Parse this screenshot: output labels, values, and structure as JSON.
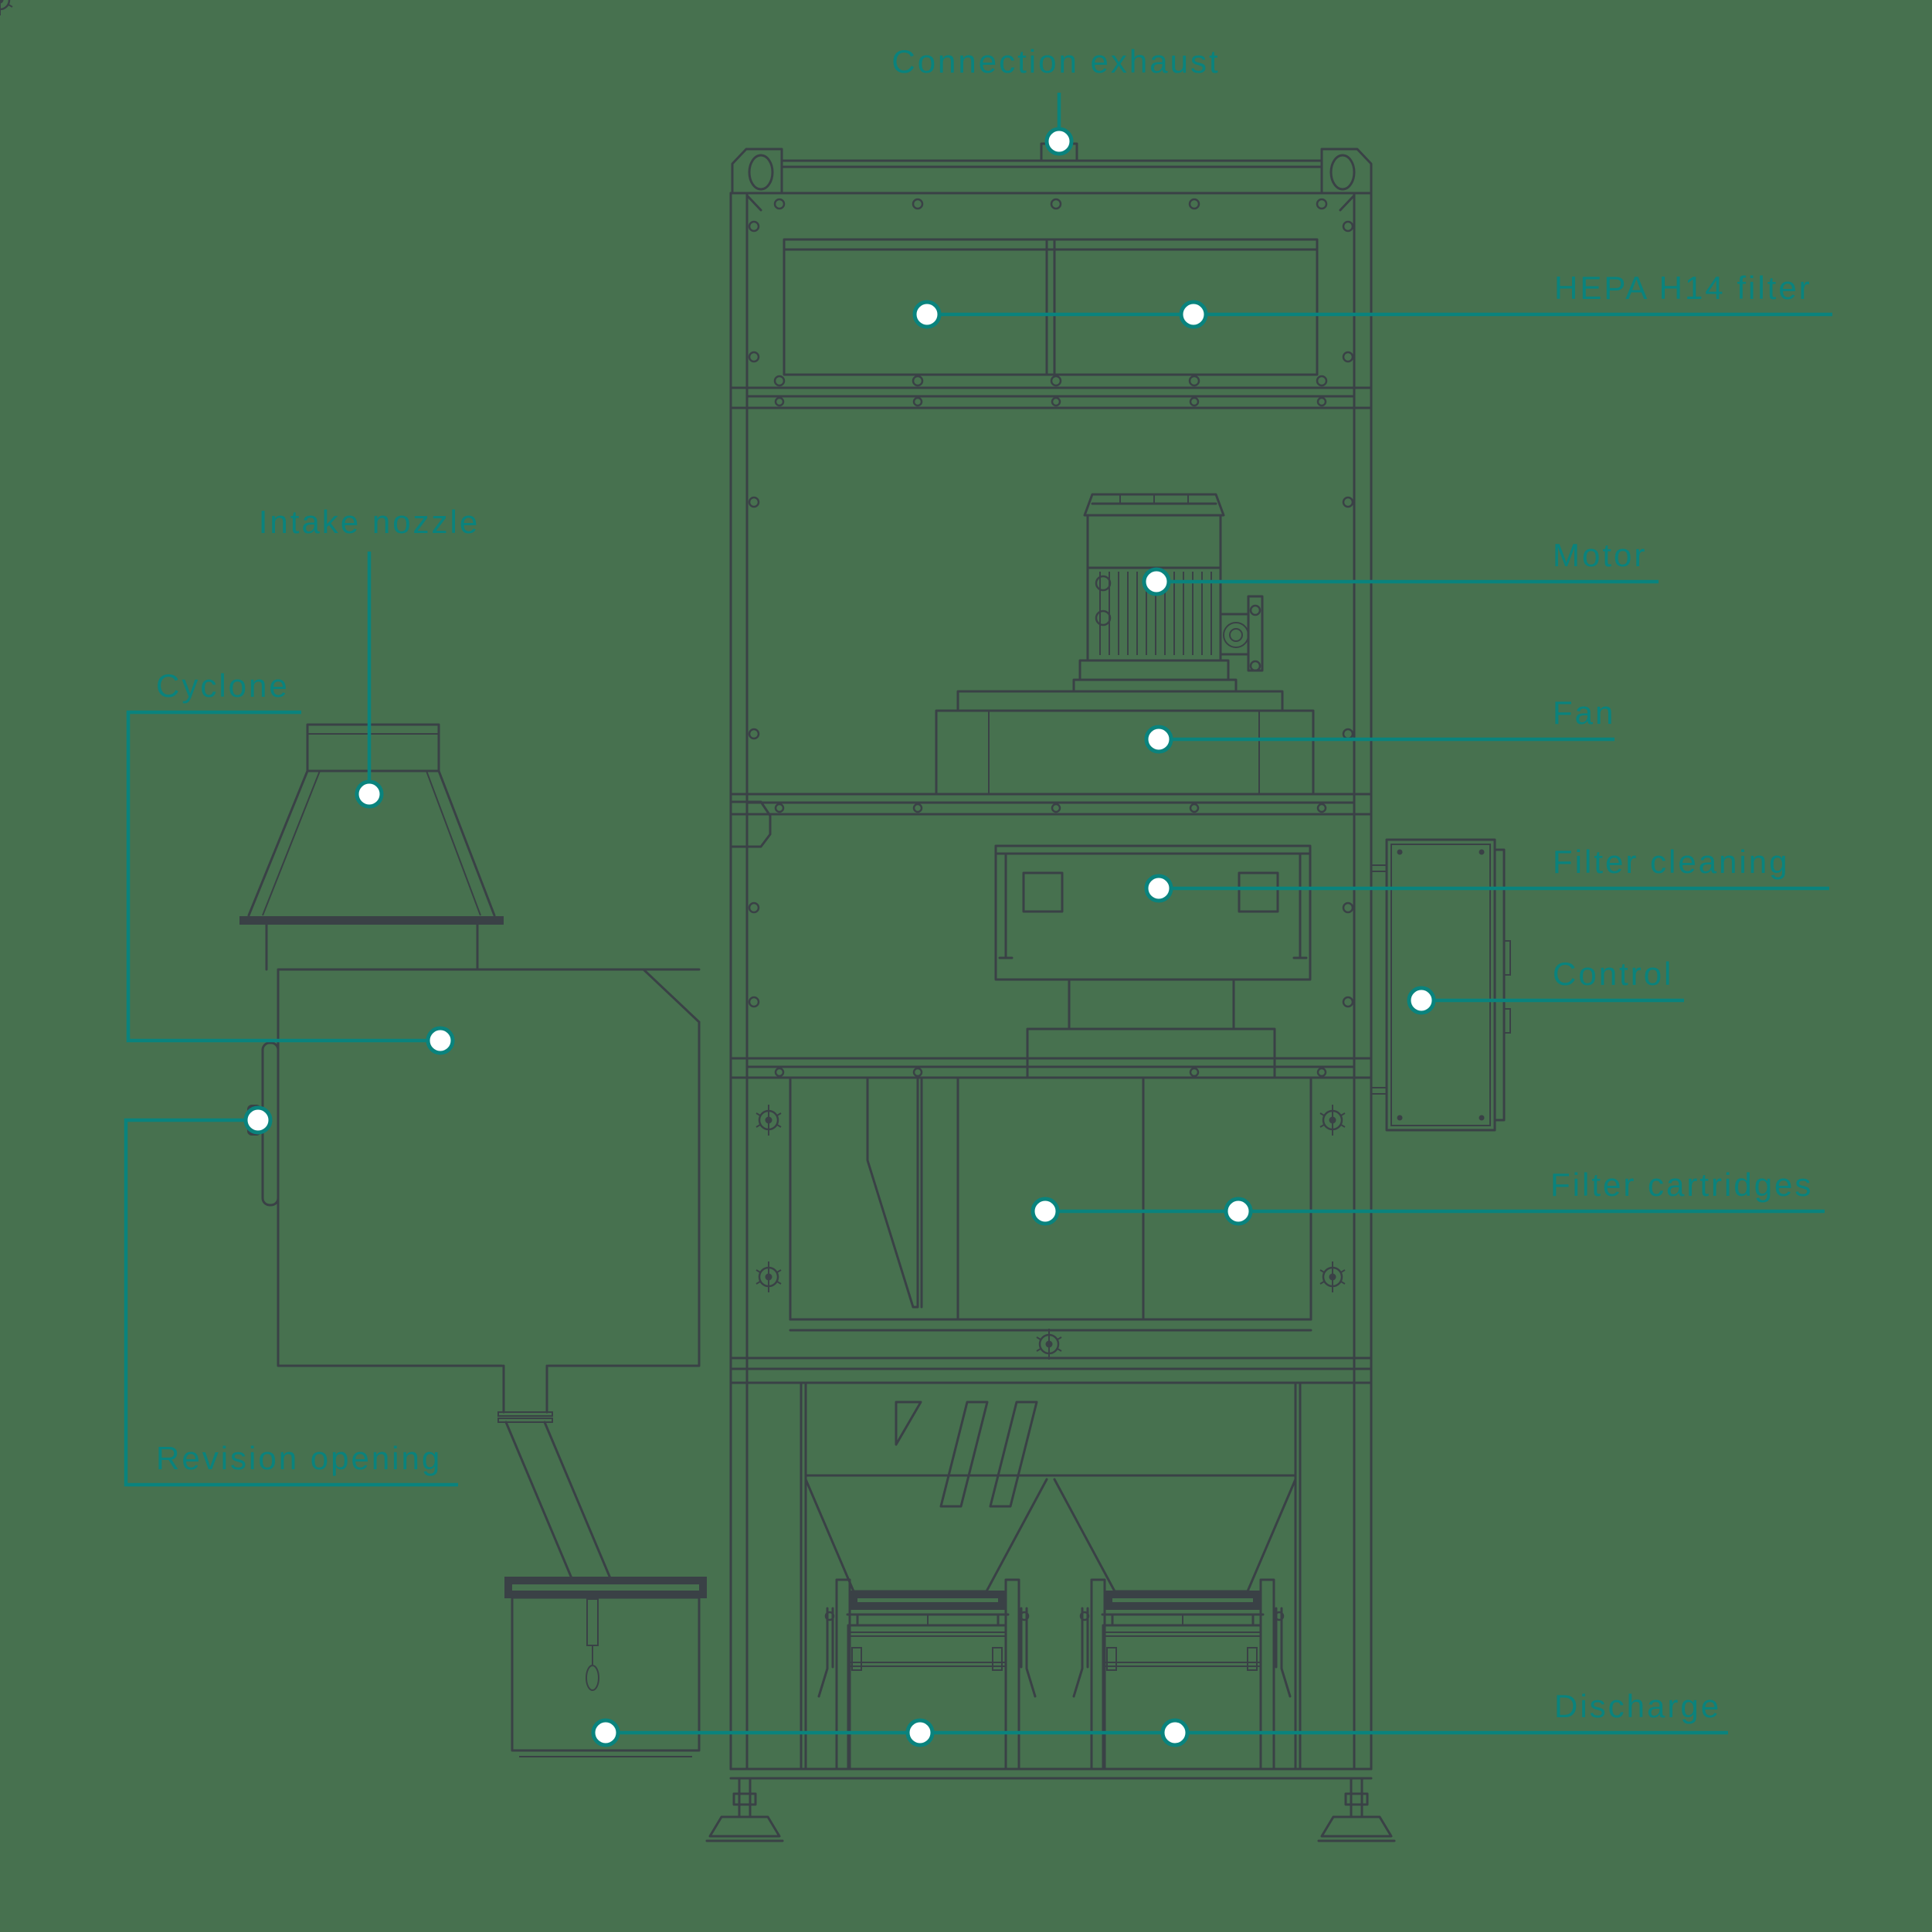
{
  "colors": {
    "background": "#47714F",
    "line_art": "#3A4146",
    "accent_teal": "#0A837D",
    "hotspot_fill": "#FFFFFF"
  },
  "icons": {
    "hotspot_dot": "callout-hotspot-dot",
    "brand_logo": "double-slash-logo"
  },
  "labels": {
    "connection_exhaust": "Connection exhaust",
    "hepa_filter": "HEPA H14 filter",
    "intake_nozzle": "Intake nozzle",
    "cyclone": "Cyclone",
    "motor": "Motor",
    "fan": "Fan",
    "filter_cleaning": "Filter cleaning",
    "control": "Control",
    "filter_cartridges": "Filter cartridges",
    "revision_opening": "Revision opening",
    "discharge": "Discharge"
  }
}
